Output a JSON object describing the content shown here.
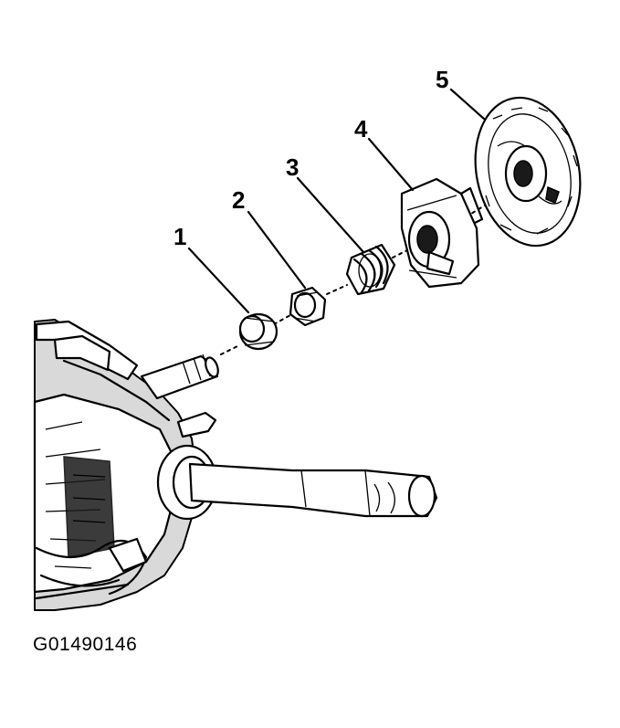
{
  "figure": {
    "id": "G01490146"
  },
  "callouts": [
    {
      "label": "1"
    },
    {
      "label": "2"
    },
    {
      "label": "3"
    },
    {
      "label": "4"
    },
    {
      "label": "5"
    }
  ]
}
